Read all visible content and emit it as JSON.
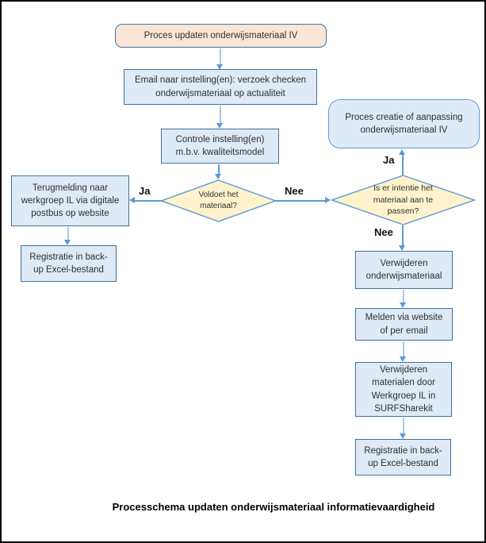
{
  "diagram": {
    "caption": "Processchema updaten onderwijsmateriaal informatievaardigheid",
    "nodes": {
      "start": "Proces updaten onderwijsmateriaal IV",
      "email": [
        "Email naar instelling(en): verzoek checken",
        "onderwijsmateriaal op actualiteit"
      ],
      "controle": [
        "Controle instelling(en)",
        "m.b.v. kwaliteitsmodel"
      ],
      "decision_voldoet": [
        "Voldoet het",
        "materiaal?"
      ],
      "terugmelding": [
        "Terugmelding naar",
        "werkgroep IL via digitale",
        "postbus op website"
      ],
      "registratie_links": [
        "Registratie in back-",
        "up Excel-bestand"
      ],
      "proces_creatie": [
        "Proces creatie of aanpassing",
        "onderwijsmateriaal IV"
      ],
      "decision_intentie": [
        "Is er intentie het",
        "materiaal aan te",
        "passen?"
      ],
      "verwijderen": [
        "Verwijderen",
        "onderwijsmateriaal"
      ],
      "melden": [
        "Melden via website",
        "of per email"
      ],
      "verwijderen_materialen": [
        "Verwijderen",
        "materialen door",
        "Werkgroep IL in",
        "SURFSharekit"
      ],
      "registratie_rechts": [
        "Registratie in back-",
        "up Excel-bestand"
      ]
    },
    "labels": {
      "ja_links": "Ja",
      "nee_links": "Nee",
      "ja_rechts": "Ja",
      "nee_rechts": "Nee"
    },
    "colors": {
      "start_fill": "#FBE5D6",
      "box_fill": "#DEEAF6",
      "decision_fill": "#FFF2CC",
      "box_border": "#41719C",
      "accent_border": "#5B9BD5",
      "arrow": "#5B9BD5",
      "arrow_light": "#A9C8E8"
    }
  }
}
